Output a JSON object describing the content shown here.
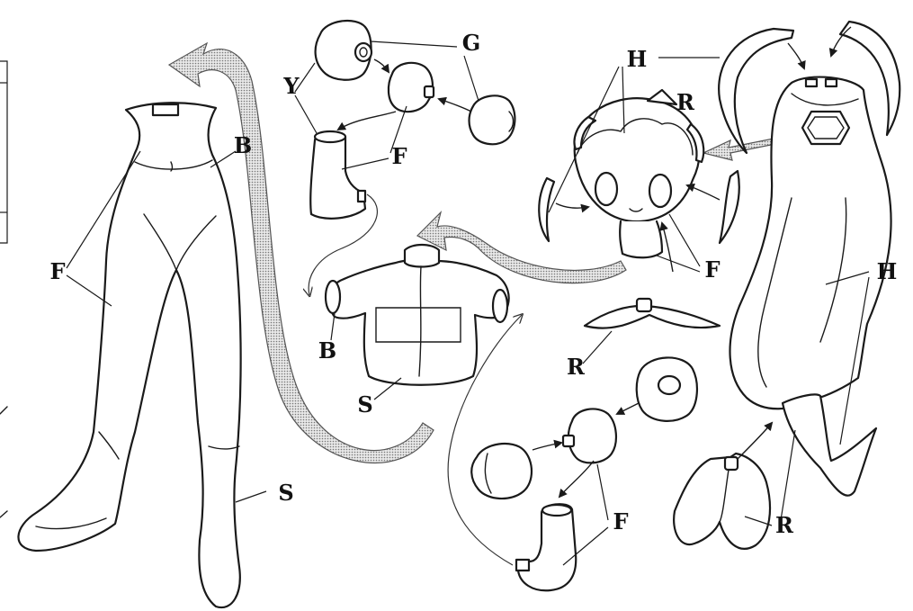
{
  "labels": {
    "F": "F",
    "B": "B",
    "S": "S",
    "G": "G",
    "Y": "Y",
    "H": "H",
    "R": "R"
  },
  "colors": {
    "line": "#1a1a1a",
    "arrow_fill": "#bdbdbd",
    "background": "#ffffff"
  }
}
